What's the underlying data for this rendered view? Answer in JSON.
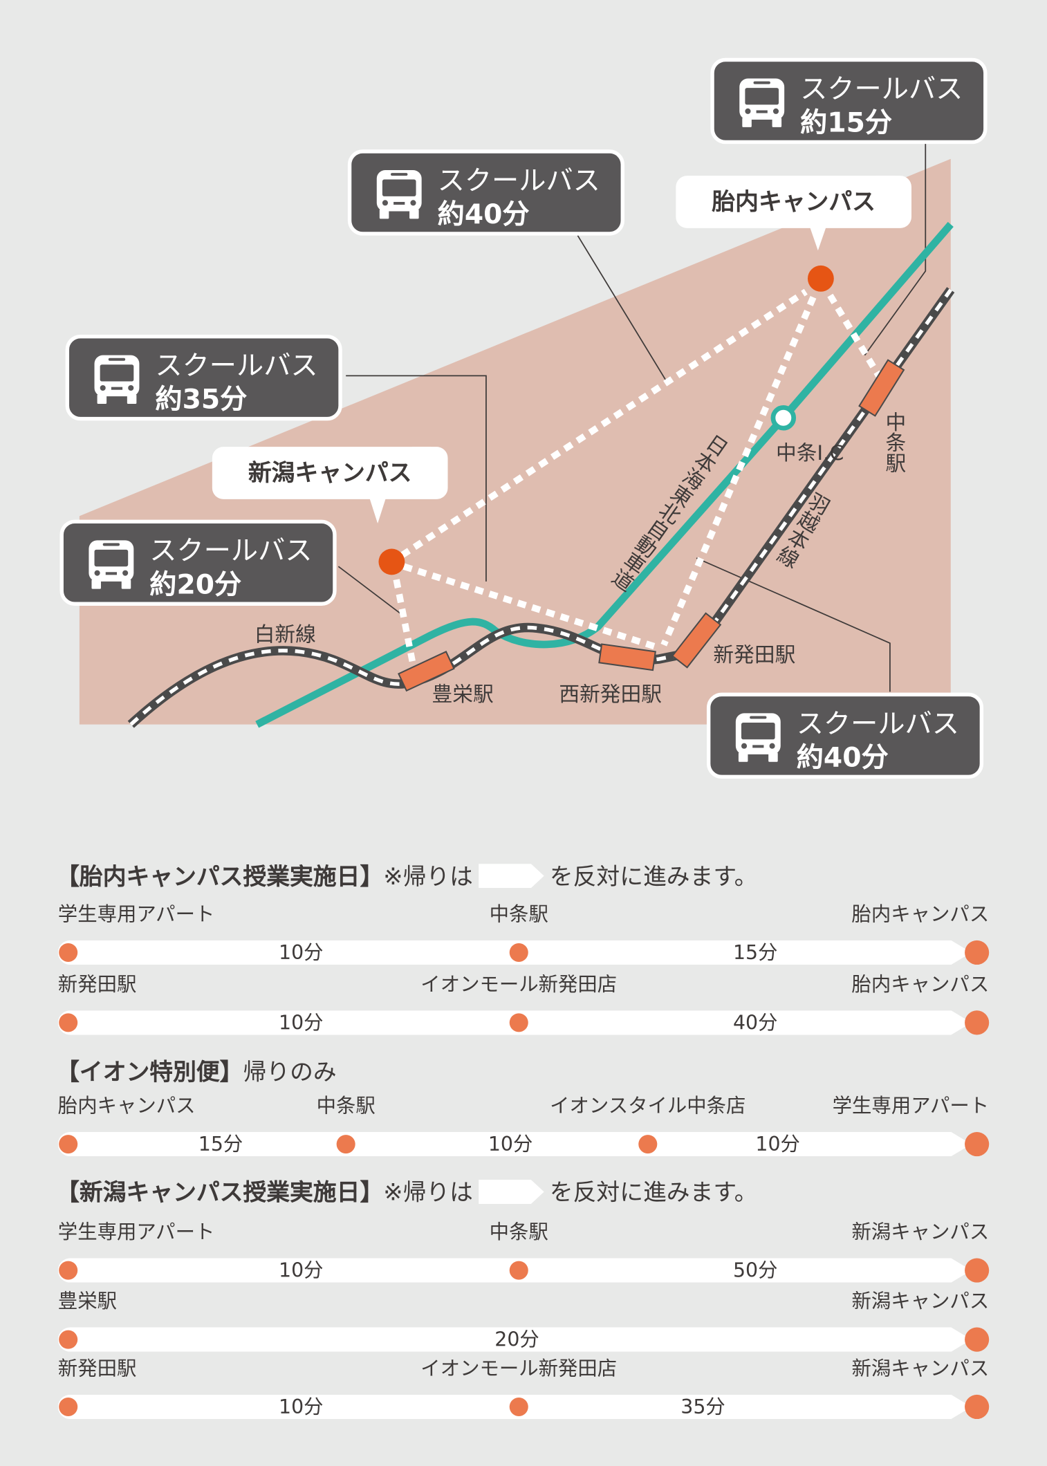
{
  "map": {
    "callouts": [
      {
        "line1": "スクールバス",
        "line2": "約15分"
      },
      {
        "line1": "スクールバス",
        "line2": "約40分"
      },
      {
        "line1": "スクールバス",
        "line2": "約35分"
      },
      {
        "line1": "スクールバス",
        "line2": "約20分"
      },
      {
        "line1": "スクールバス",
        "line2": "約40分"
      }
    ],
    "campuses": {
      "tainai": "胎内キャンパス",
      "niigata": "新潟キャンパス"
    },
    "stations": {
      "toyosaka": "豊栄駅",
      "nishi_shibata": "西新発田駅",
      "shibata": "新発田駅",
      "nakajo": "中条駅"
    },
    "lines": {
      "hakushin": "白新線",
      "uetsu": "羽越本線",
      "expressway": "日本海東北自動車道"
    },
    "ic": "中条I.C",
    "colors": {
      "land": "#dfbdb0",
      "highway": "#2fb3a3",
      "campus_dot": "#e65514",
      "station": "#ec7a4e",
      "callout": "#595758"
    }
  },
  "timetable": {
    "sections": [
      {
        "title": "【胎内キャンパス授業実施日】",
        "note_prefix": "※帰りは",
        "note_suffix": "を反対に進みます。",
        "routes": [
          {
            "stops": [
              "学生専用アパート",
              "中条駅",
              "胎内キャンパス"
            ],
            "durations": [
              "10分",
              "15分"
            ]
          },
          {
            "stops": [
              "新発田駅",
              "イオンモール新発田店",
              "胎内キャンパス"
            ],
            "durations": [
              "10分",
              "40分"
            ]
          }
        ]
      },
      {
        "title": "【イオン特別便】",
        "note_prefix": "帰りのみ",
        "routes": [
          {
            "stops": [
              "胎内キャンパス",
              "中条駅",
              "イオンスタイル中条店",
              "学生専用アパート"
            ],
            "durations": [
              "15分",
              "10分",
              "10分"
            ]
          }
        ]
      },
      {
        "title": "【新潟キャンパス授業実施日】",
        "note_prefix": "※帰りは",
        "note_suffix": "を反対に進みます。",
        "routes": [
          {
            "stops": [
              "学生専用アパート",
              "中条駅",
              "新潟キャンパス"
            ],
            "durations": [
              "10分",
              "50分"
            ]
          },
          {
            "stops": [
              "豊栄駅",
              "新潟キャンパス"
            ],
            "durations": [
              "20分"
            ]
          },
          {
            "stops": [
              "新発田駅",
              "イオンモール新発田店",
              "新潟キャンパス"
            ],
            "durations": [
              "10分",
              "35分"
            ]
          }
        ]
      }
    ]
  }
}
